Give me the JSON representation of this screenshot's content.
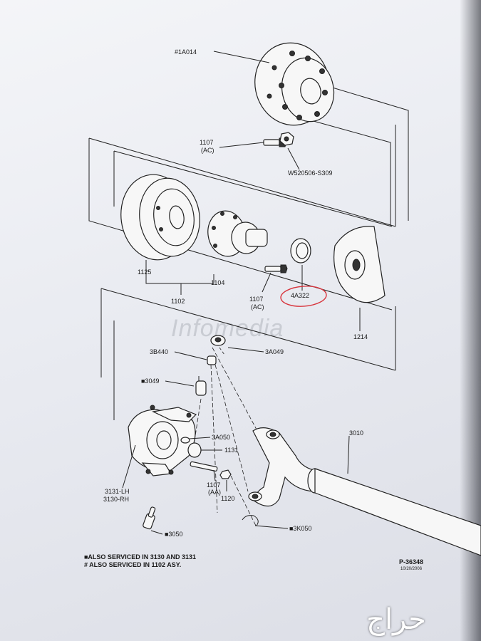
{
  "watermark": "Infomedia",
  "parts": {
    "p1A014": "#1A014",
    "p1107a": "1107",
    "p1107a_sub": "(AC)",
    "pW520506": "W520506-S309",
    "p1125": "1125",
    "p1104": "1104",
    "p1102": "1102",
    "p1107b": "1107",
    "p1107b_sub": "(AC)",
    "p4A322": "4A322",
    "p1214": "1214",
    "p3B440": "3B440",
    "p3A049": "3A049",
    "p3049": "■3049",
    "p3A050": "3A050",
    "p1131": "1131",
    "p3010": "3010",
    "p3131lh": "3131-LH",
    "p3130rh": "3130-RH",
    "p1107c": "1107",
    "p1107c_sub": "(AA)",
    "p1120": "1120",
    "p3050": "■3050",
    "p3K050": "■3K050"
  },
  "notes": {
    "line1": "■ALSO SERVICED IN 3130 AND 3131",
    "line2": "# ALSO SERVICED IN 1102 ASY."
  },
  "figure_id": "P-36348",
  "figure_date": "10/20/2006",
  "logo_text": "حراج",
  "colors": {
    "highlight": "#d8343c",
    "ink": "#222222"
  }
}
